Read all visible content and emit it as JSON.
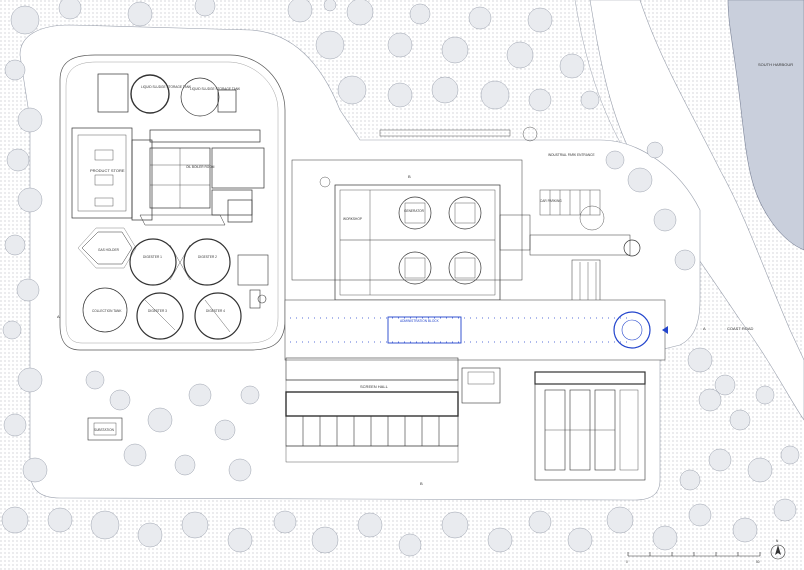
{
  "labels": {
    "south_harbour": "SOUTH HARBOUR",
    "coast_road": "COAST ROAD",
    "product_store": "PRODUCT STORE",
    "gas_holder": "GAS HOLDER",
    "collection_tank": "COLLECTION TANK",
    "digester_1": "DIGESTER 1",
    "digester_2": "DIGESTER 2",
    "digester_3": "DIGESTER 3",
    "digester_4": "DIGESTER 4",
    "liquid_sludge_1": "LIQUID SLUDGE STORAGE TANK",
    "liquid_sludge_2": "LIQUID SLUDGE STORAGE TANK",
    "oil_boiler_room": "OIL BOILER ROOM",
    "workshop": "WORKSHOP",
    "generator": "GENERATOR",
    "car_parking": "CAR PARKING",
    "industrial_park": "INDUSTRIAL PARK ENTRANCE",
    "screen_hall": "SCREEN HALL",
    "admin_block": "ADMINISTRATION BLOCK",
    "sub_station": "SUBSTATION",
    "section_a": "A",
    "section_b": "B",
    "north": "N",
    "scale_0": "0",
    "scale_max": "50"
  }
}
